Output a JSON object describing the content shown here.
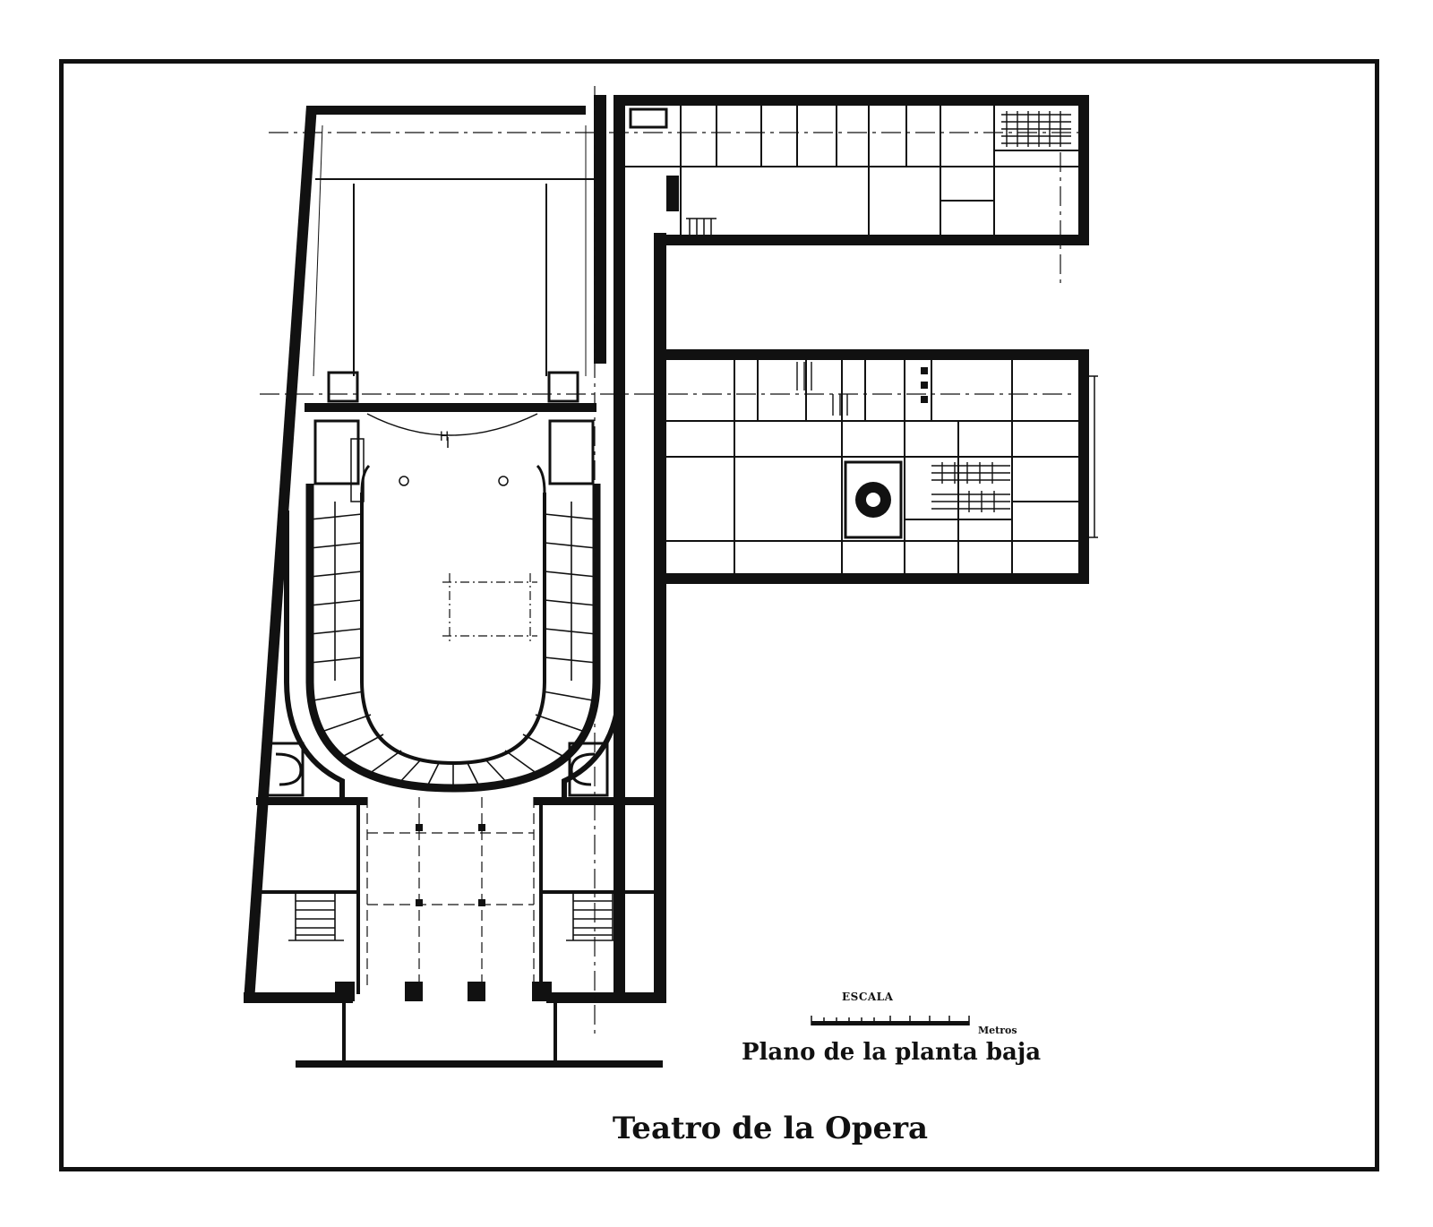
{
  "document": {
    "title": "Teatro de la Opera",
    "subtitle": "Plano de la planta baja",
    "scale": {
      "title": "ESCALA",
      "unit": "Metros"
    }
  },
  "colors": {
    "ink": "#111111",
    "paper": "#ffffff"
  }
}
